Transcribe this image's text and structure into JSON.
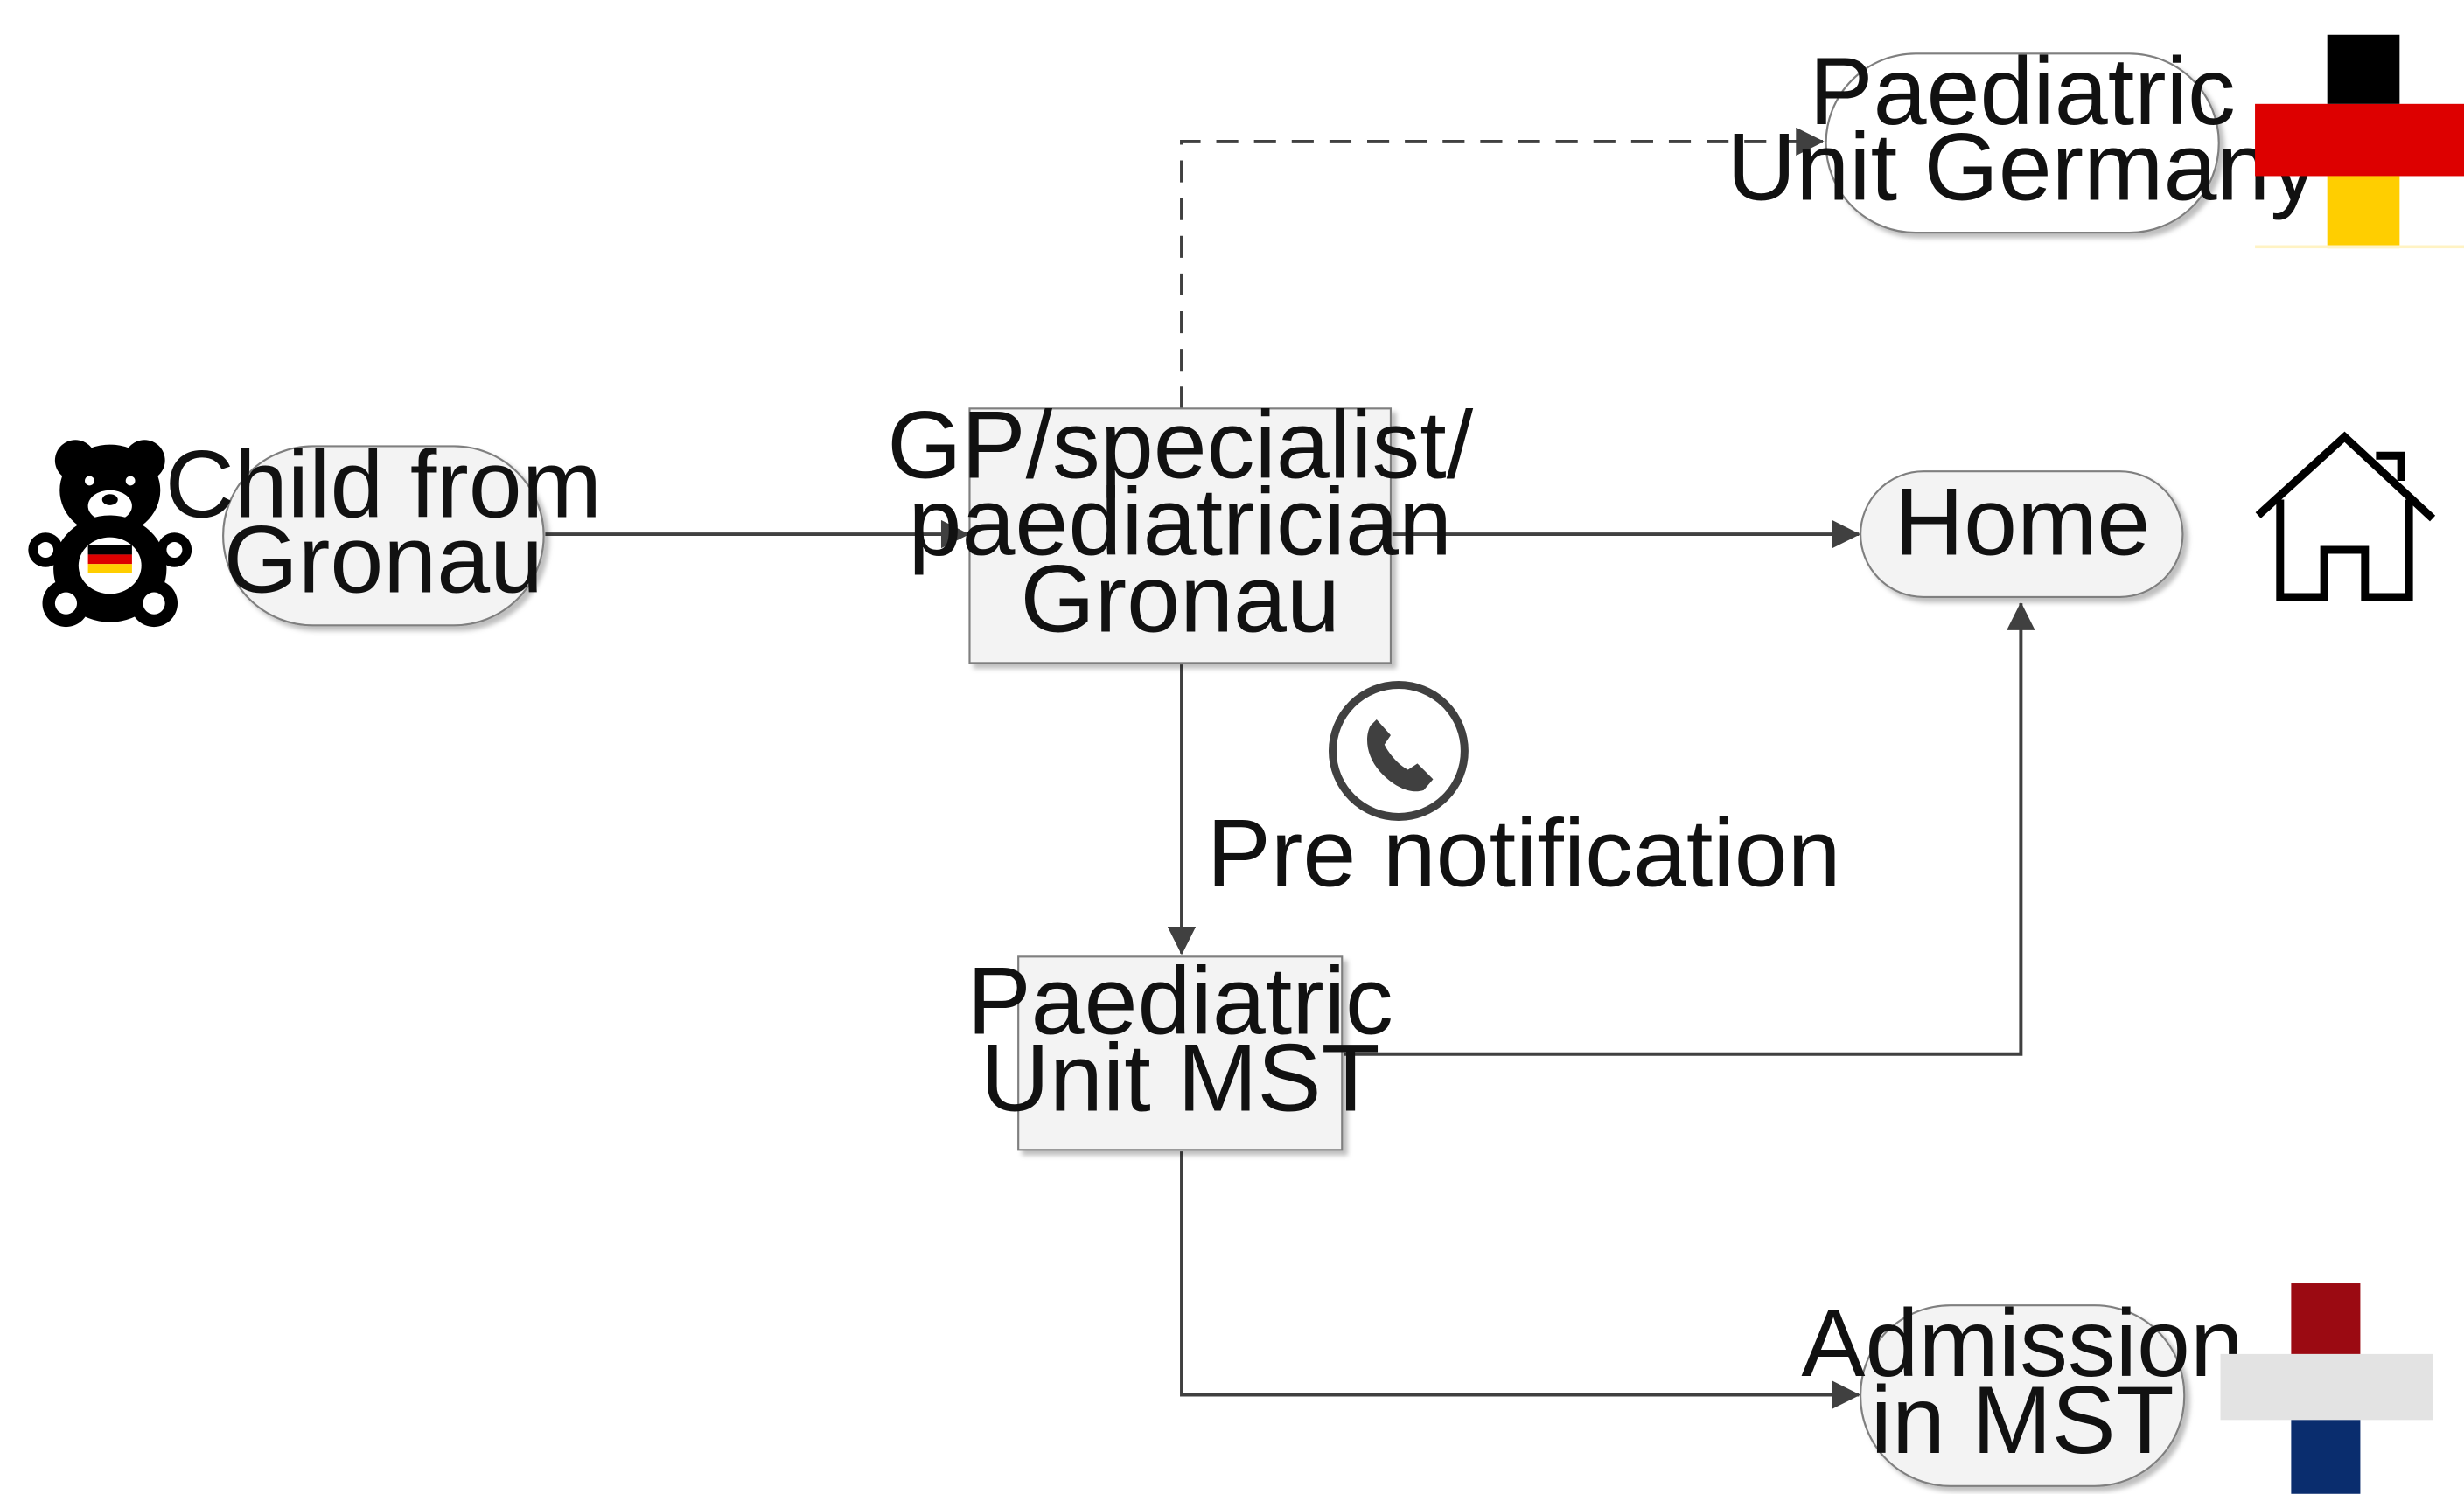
{
  "nodes": {
    "child": {
      "line1": "Child from",
      "line2": "Gronau"
    },
    "gp": {
      "line1": "GP/specialist/",
      "line2": "paediatrician",
      "line3": "Gronau"
    },
    "unit_germany": {
      "line1": "Paediatric",
      "line2": "Unit Germany"
    },
    "home": {
      "line1": "Home"
    },
    "unit_mst": {
      "line1": "Paediatric",
      "line2": "Unit MST"
    },
    "admission": {
      "line1": "Admission",
      "line2": "in MST"
    }
  },
  "edge_labels": {
    "pre_notification": "Pre notification"
  },
  "icons": {
    "child": "teddy-bear-icon",
    "phone": "phone-icon",
    "home": "house-icon",
    "germany": "german-flag-cross-icon",
    "netherlands": "dutch-flag-cross-icon"
  },
  "colors": {
    "line": "#404040",
    "box_fill": "#f3f3f3",
    "box_stroke": "#7f7f7f",
    "germany_black": "#000000",
    "germany_red": "#dd0000",
    "germany_gold": "#ffce00",
    "nl_red": "#9b0a12",
    "nl_white": "#e3e3e3",
    "nl_blue": "#0a2d6e"
  }
}
